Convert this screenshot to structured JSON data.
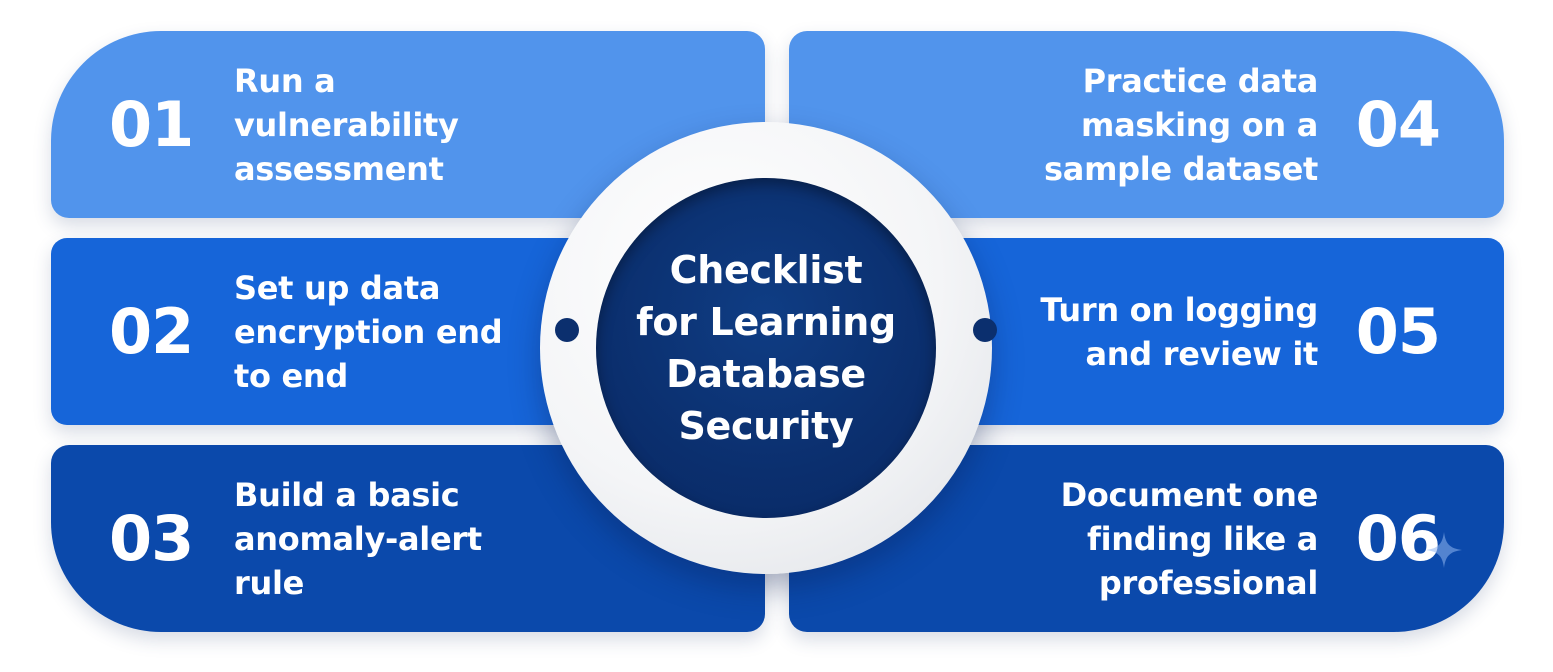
{
  "center": {
    "title_lines": [
      "Checklist",
      "for Learning",
      "Database",
      "Security"
    ]
  },
  "items": [
    {
      "number": "01",
      "lines": [
        "Run a vulnerability",
        "assessment"
      ]
    },
    {
      "number": "02",
      "lines": [
        "Set up data",
        "encryption end",
        "to end"
      ]
    },
    {
      "number": "03",
      "lines": [
        "Build a basic",
        "anomaly-alert rule"
      ]
    },
    {
      "number": "04",
      "lines": [
        "Practice data",
        "masking on a",
        "sample dataset"
      ]
    },
    {
      "number": "05",
      "lines": [
        "Turn on logging",
        "and review it"
      ]
    },
    {
      "number": "06",
      "lines": [
        "Document one",
        "finding like a",
        "professional"
      ]
    }
  ],
  "colors": {
    "row1": "#5194ec",
    "row2": "#1665d9",
    "row3": "#0b49ab",
    "center": "#0b2f6e",
    "ring": "#f4f5f7",
    "text": "#ffffff"
  }
}
